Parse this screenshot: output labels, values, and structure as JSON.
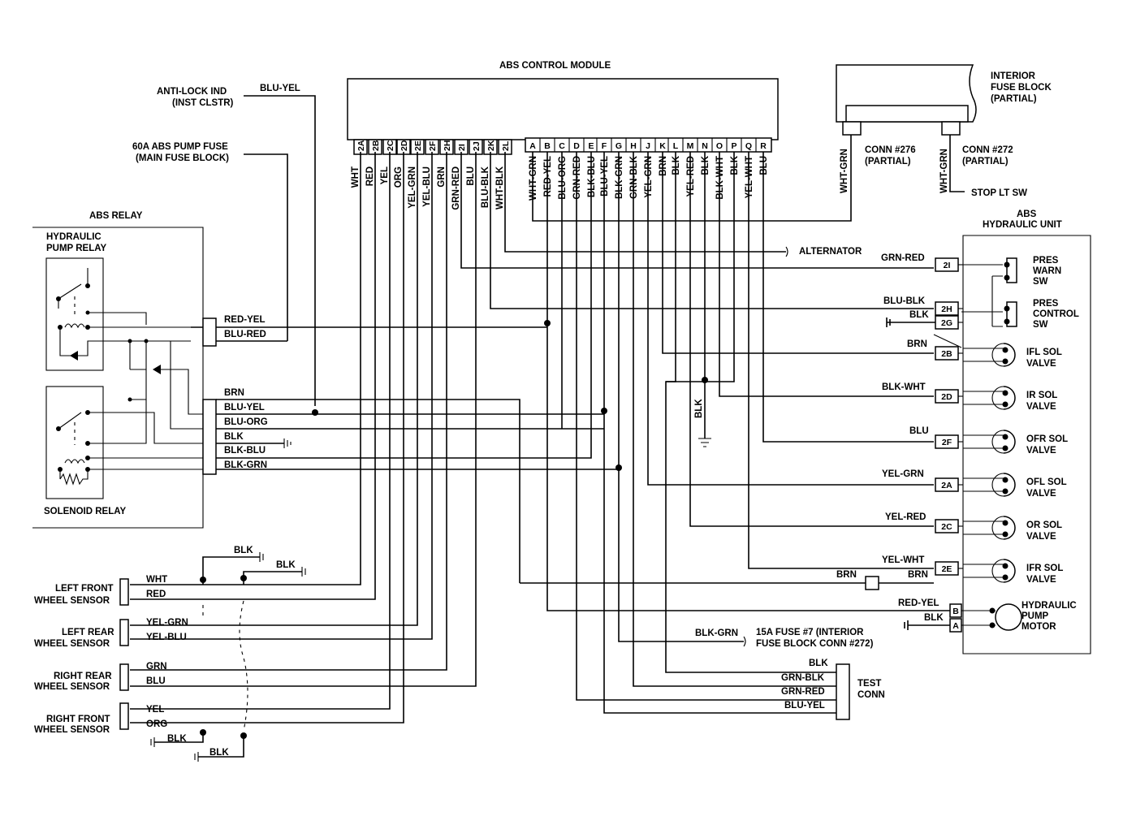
{
  "module": {
    "title": "ABS CONTROL MODULE",
    "pins_left": [
      "2A",
      "2B",
      "2C",
      "2D",
      "2E",
      "2F",
      "2H",
      "2I",
      "2J",
      "2K",
      "2L"
    ],
    "wires_left": [
      "WHT",
      "RED",
      "YEL",
      "ORG",
      "YEL-GRN",
      "YEL-BLU",
      "GRN",
      "GRN-RED",
      "BLU",
      "BLU-BLK",
      "WHT-BLK"
    ],
    "pins_right": [
      "A",
      "B",
      "C",
      "D",
      "E",
      "F",
      "G",
      "H",
      "J",
      "K",
      "L",
      "M",
      "N",
      "O",
      "P",
      "Q",
      "R"
    ],
    "wires_right": [
      "WHT-GRN",
      "RED-YEL",
      "BLU-ORG",
      "GRN-RED",
      "BLK-BLU",
      "BLU-YEL",
      "BLK-GRN",
      "GRN-BLK",
      "YEL-GRN",
      "BRN",
      "BLK",
      "YEL-RED",
      "BLK",
      "BLK-WHT",
      "BLK",
      "YEL-WHT",
      "BLU"
    ]
  },
  "top_labels": {
    "anti_lock": "ANTI-LOCK IND",
    "anti_lock_sub": "(INST CLSTR)",
    "anti_lock_wire": "BLU-YEL",
    "pump_fuse": "60A ABS PUMP FUSE",
    "pump_fuse_sub": "(MAIN FUSE BLOCK)",
    "alternator": "ALTERNATOR"
  },
  "fuse_block": {
    "title1": "INTERIOR",
    "title2": "FUSE BLOCK",
    "title3": "(PARTIAL)",
    "conn1": "CONN #276",
    "conn1_sub": "(PARTIAL)",
    "conn2": "CONN #272",
    "conn2_sub": "(PARTIAL)",
    "wire1": "WHT-GRN",
    "wire2": "WHT-GRN",
    "stop": "STOP LT SW"
  },
  "relay": {
    "title": "ABS RELAY",
    "pump_relay1": "HYDRAULIC",
    "pump_relay2": "PUMP RELAY",
    "solenoid": "SOLENOID RELAY",
    "wires": [
      "RED-YEL",
      "BLU-RED",
      "BRN",
      "BLU-YEL",
      "BLU-ORG",
      "BLK",
      "BLK-BLU",
      "BLK-GRN"
    ]
  },
  "sensors": {
    "lf1": "LEFT FRONT",
    "lf2": "WHEEL SENSOR",
    "lr1": "LEFT REAR",
    "lr2": "WHEEL SENSOR",
    "rr1": "RIGHT REAR",
    "rr2": "WHEEL SENSOR",
    "rf1": "RIGHT FRONT",
    "rf2": "WHEEL SENSOR",
    "wires": [
      "WHT",
      "RED",
      "YEL-GRN",
      "YEL-BLU",
      "GRN",
      "BLU",
      "YEL",
      "ORG"
    ],
    "blk1": "BLK",
    "blk2": "BLK",
    "blk3": "BLK",
    "blk4": "BLK"
  },
  "hydraulic": {
    "title1": "ABS",
    "title2": "HYDRAULIC UNIT",
    "pins": [
      "2I",
      "2H",
      "2G",
      "2B",
      "2D",
      "2F",
      "2A",
      "2C",
      "2E",
      "B",
      "A"
    ],
    "wires": [
      "GRN-RED",
      "BLU-BLK",
      "BLK",
      "BRN",
      "BLK-WHT",
      "BLU",
      "YEL-GRN",
      "YEL-RED",
      "YEL-WHT",
      "BRN",
      "RED-YEL",
      "BLK"
    ],
    "blk_vert": "BLK",
    "pres_warn1": "PRES",
    "pres_warn2": "WARN",
    "pres_warn3": "SW",
    "pres_ctrl1": "PRES",
    "pres_ctrl2": "CONTROL",
    "pres_ctrl3": "SW",
    "valves": [
      {
        "a": "IFL SOL",
        "b": "VALVE"
      },
      {
        "a": "IR SOL",
        "b": "VALVE"
      },
      {
        "a": "OFR SOL",
        "b": "VALVE"
      },
      {
        "a": "OFL SOL",
        "b": "VALVE"
      },
      {
        "a": "OR SOL",
        "b": "VALVE"
      },
      {
        "a": "IFR SOL",
        "b": "VALVE"
      }
    ],
    "motor1": "HYDRAULIC",
    "motor2": "PUMP",
    "motor3": "MOTOR"
  },
  "fuse15": {
    "wire": "BLK-GRN",
    "line1": "15A FUSE #7 (INTERIOR",
    "line2": "FUSE BLOCK CONN #272)"
  },
  "test_conn": {
    "title1": "TEST",
    "title2": "CONN",
    "wires": [
      "BLK",
      "GRN-BLK",
      "GRN-RED",
      "BLU-YEL"
    ]
  }
}
